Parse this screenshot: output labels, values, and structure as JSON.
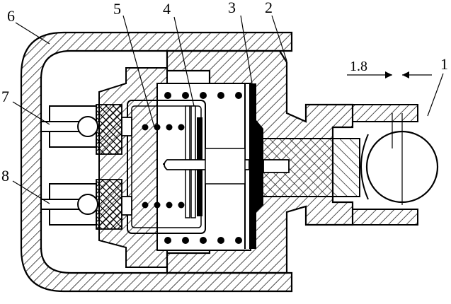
{
  "callouts": [
    {
      "id": "1",
      "text": "1"
    },
    {
      "id": "2",
      "text": "2"
    },
    {
      "id": "3",
      "text": "3"
    },
    {
      "id": "4",
      "text": "4"
    },
    {
      "id": "5",
      "text": "5"
    },
    {
      "id": "6",
      "text": "6"
    },
    {
      "id": "7",
      "text": "7"
    },
    {
      "id": "8",
      "text": "8"
    }
  ],
  "dimension": {
    "text": "1.8"
  }
}
